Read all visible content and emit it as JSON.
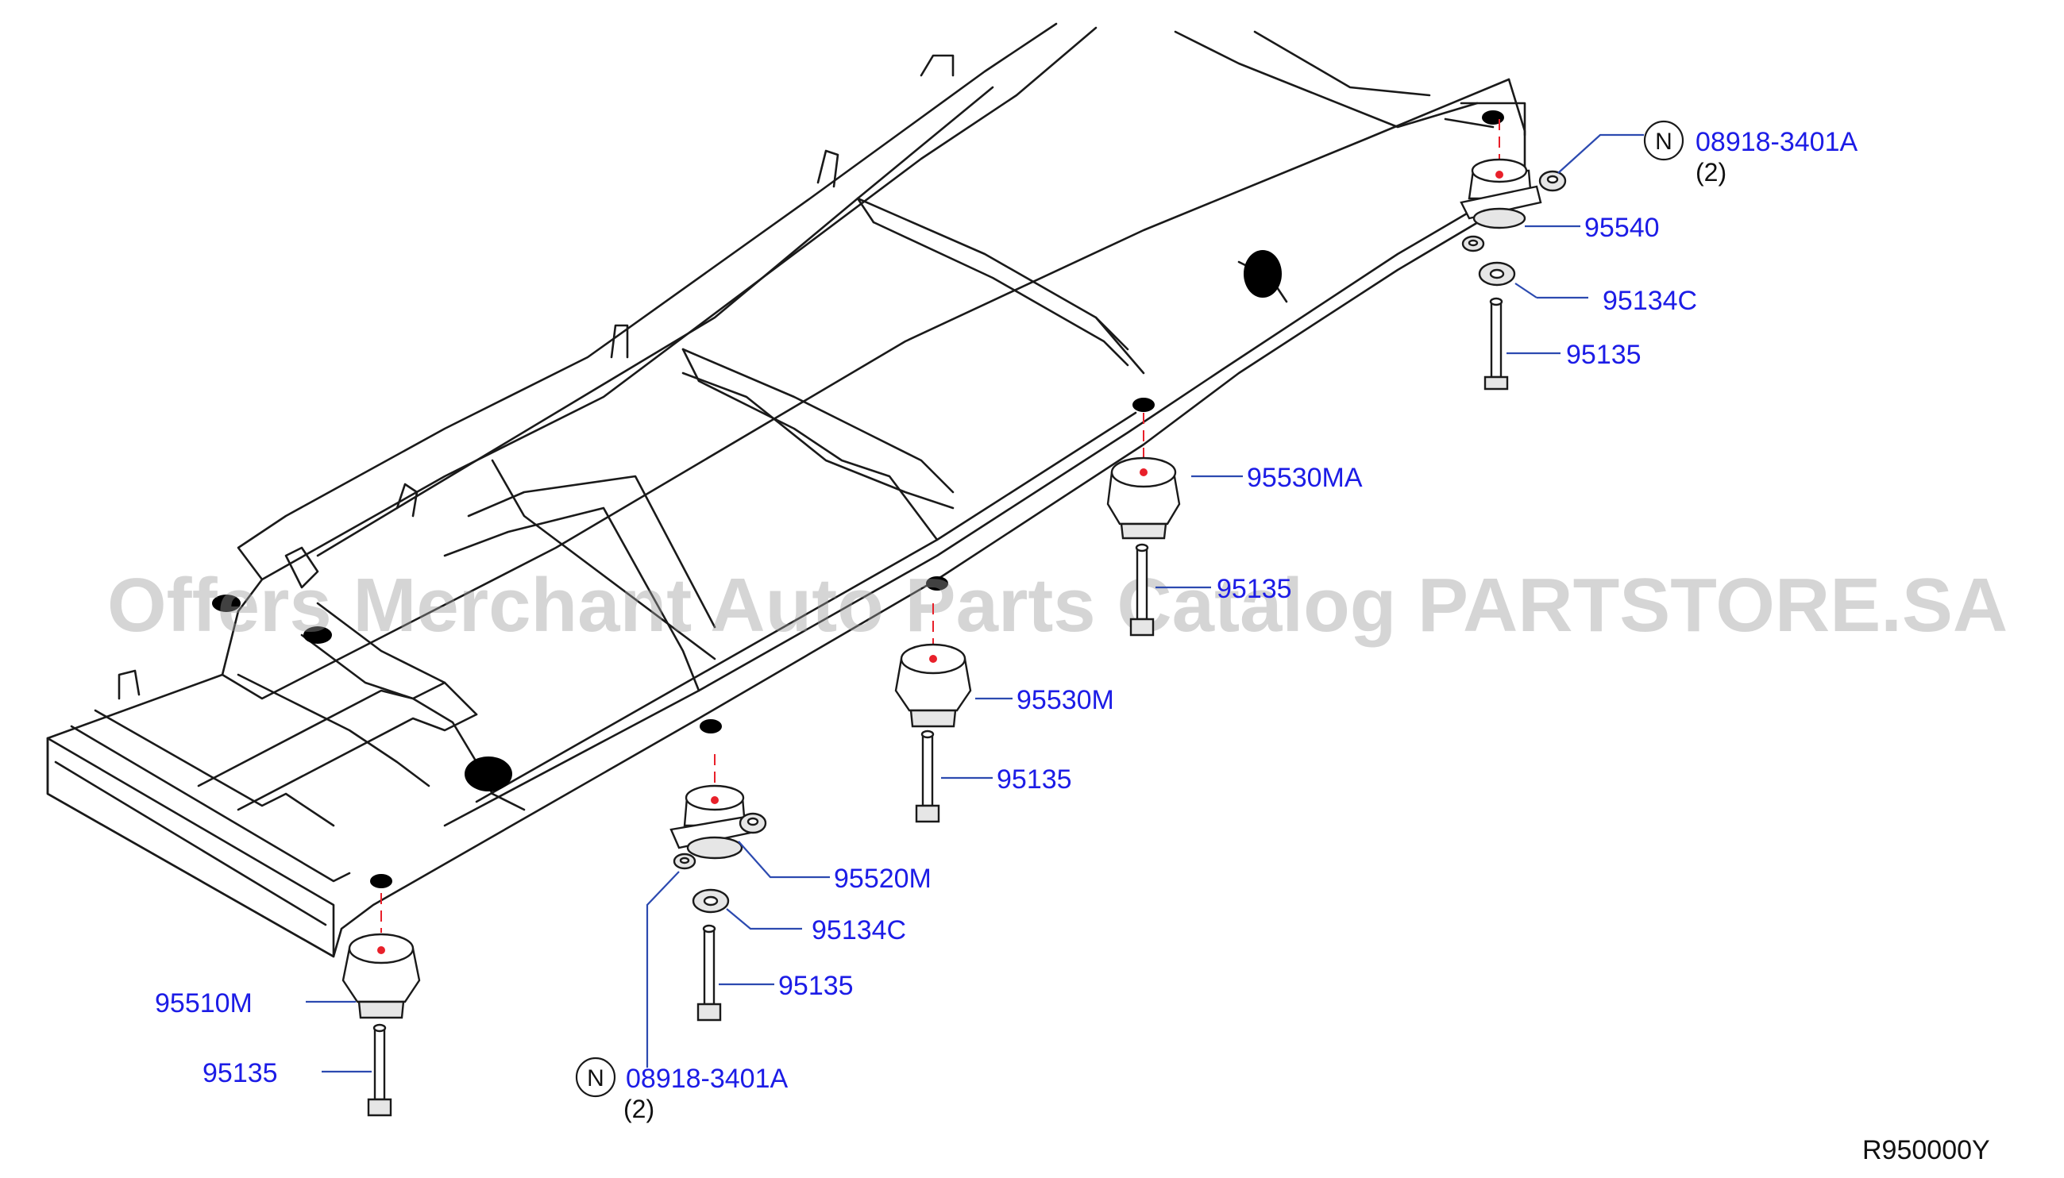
{
  "watermark": "Offers Merchant Auto Parts Catalog PARTSTORE.SA",
  "reference_code": "R950000Y",
  "notice_symbol": "N",
  "callouts": {
    "nut_rear": "08918-3401A",
    "nut_rear_qty": "(2)",
    "mount_rear": "95540",
    "washer_rear": "95134C",
    "bolt_rear": "95135",
    "mount_mid_rear": "95530MA",
    "bolt_mid_rear": "95135",
    "mount_mid": "95530M",
    "bolt_mid": "95135",
    "mount_mid_front": "95520M",
    "washer_mid_front": "95134C",
    "bolt_mid_front": "95135",
    "mount_front": "95510M",
    "bolt_front": "95135",
    "nut_front": "08918-3401A",
    "nut_front_qty": "(2)"
  },
  "colors": {
    "callout_text": "#1c1ce6",
    "leader_line": "#2c4ab0",
    "center_axis": "#e8202a",
    "frame_line": "#1a1a1a"
  }
}
